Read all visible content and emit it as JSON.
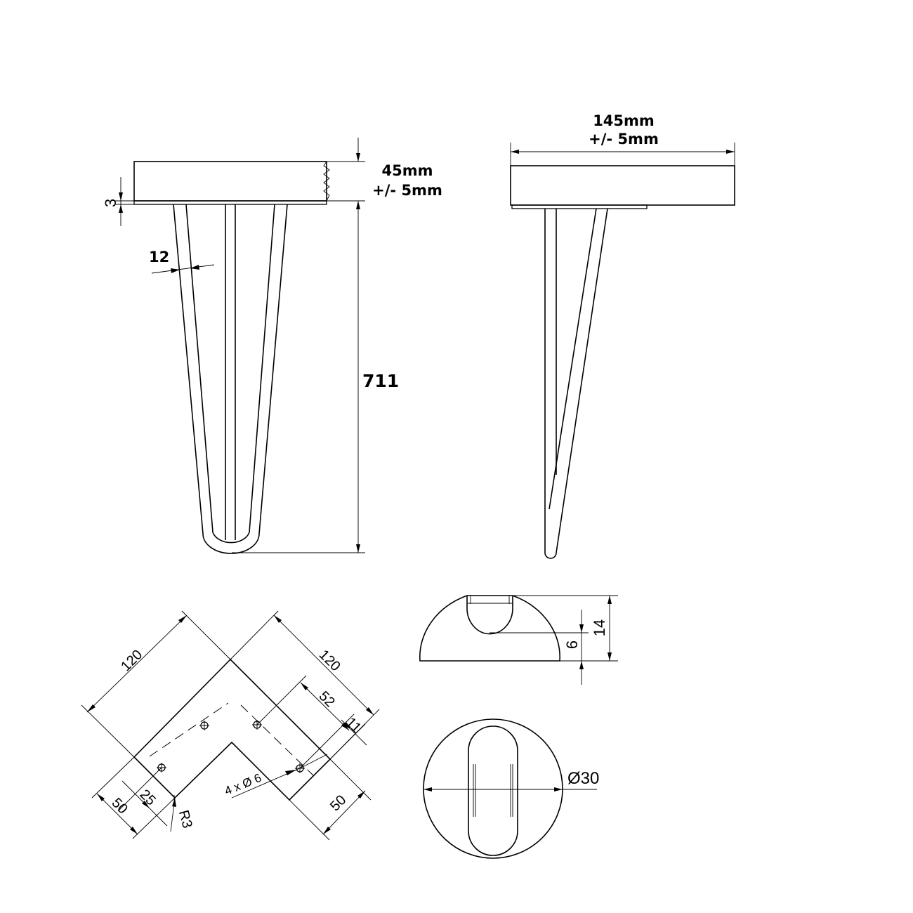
{
  "front_view": {
    "thickness_label": "3",
    "height_label_line1": "45mm",
    "height_label_line2": "+/- 5mm",
    "rod_label": "12",
    "length_label": "711"
  },
  "side_view": {
    "width_label_line1": "145mm",
    "width_label_line2": "+/- 5mm"
  },
  "plate_view": {
    "arm_left_label": "120",
    "arm_right_label": "120",
    "hole_offset_label": "52",
    "edge_offset_label": "11",
    "holes_label": "4 x Ø 6",
    "width_left_label": "50",
    "width_right_label": "50",
    "inner_offset_label": "25",
    "radius_label": "R3"
  },
  "foot_section": {
    "total_label": "14",
    "depth_label": "6"
  },
  "foot_top": {
    "diameter_label": "Ø30"
  }
}
